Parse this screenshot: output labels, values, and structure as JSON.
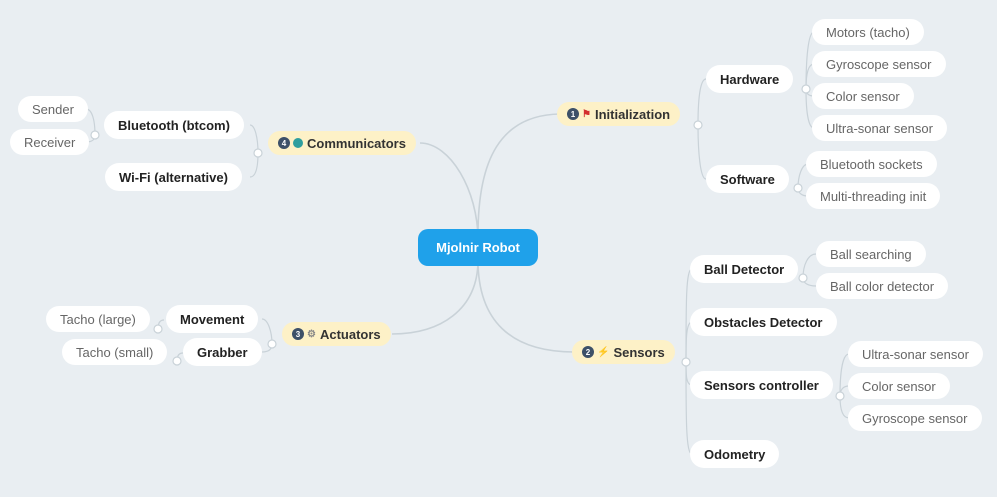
{
  "central": "Mjolnir Robot",
  "branches": {
    "initialization": {
      "num": "1",
      "label": "Initialization",
      "marker": "flag-icon"
    },
    "sensors": {
      "num": "2",
      "label": "Sensors",
      "marker": "lightning-icon"
    },
    "actuators": {
      "num": "3",
      "label": "Actuators",
      "marker": "gear-icon"
    },
    "communicators": {
      "num": "4",
      "label": "Communicators",
      "marker": "globe-icon"
    }
  },
  "topics": {
    "hardware": "Hardware",
    "software": "Software",
    "ball_detector": "Ball Detector",
    "obstacles_detector": "Obstacles Detector",
    "sensors_controller": "Sensors controller",
    "odometry": "Odometry",
    "bluetooth": "Bluetooth (btcom)",
    "wifi": "Wi-Fi (alternative)",
    "movement": "Movement",
    "grabber": "Grabber"
  },
  "leaves": {
    "motors_tacho": "Motors (tacho)",
    "gyroscope_sensor_hw": "Gyroscope sensor",
    "color_sensor_hw": "Color sensor",
    "ultrasonar_sensor_hw": "Ultra-sonar sensor",
    "bluetooth_sockets": "Bluetooth sockets",
    "multithreading_init": "Multi-threading init",
    "ball_searching": "Ball searching",
    "ball_color_detector": "Ball color detector",
    "ultrasonar_sensor_sc": "Ultra-sonar sensor",
    "color_sensor_sc": "Color sensor",
    "gyroscope_sensor_sc": "Gyroscope sensor",
    "sender": "Sender",
    "receiver": "Receiver",
    "tacho_large": "Tacho (large)",
    "tacho_small": "Tacho (small)"
  },
  "colors": {
    "background": "#e9eef2",
    "central": "#1fa1ea",
    "main_topic": "#fdf1c7",
    "link": "#c9d2d8"
  }
}
